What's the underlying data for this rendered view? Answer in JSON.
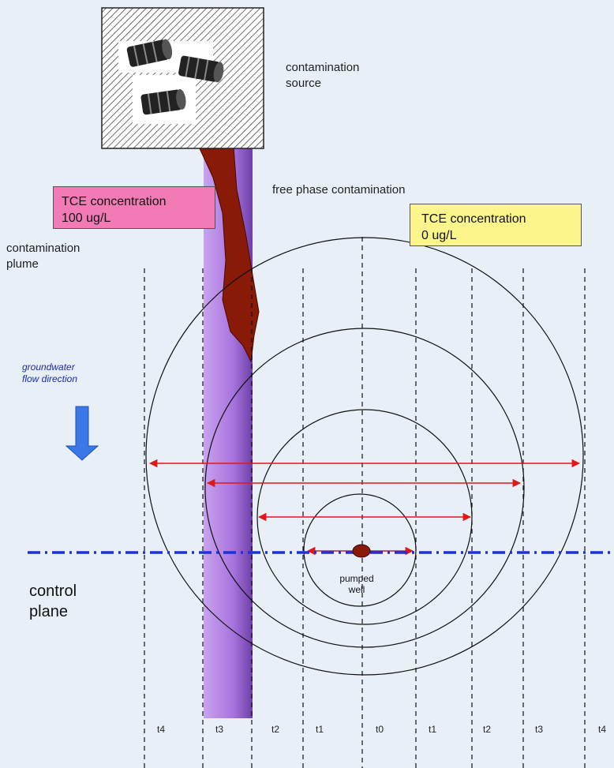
{
  "labels": {
    "contamination_source": "contamination\nsource",
    "free_phase": "free phase contamination",
    "plume": "contamination\nplume",
    "flow": "groundwater\nflow direction",
    "control_plane": "control\nplane",
    "pumped_well": "pumped\nwell"
  },
  "boxes": {
    "high": "TCE concentration\n100 ug/L",
    "low": "TCE concentration\n0 ug/L"
  },
  "time_labels": [
    "t4",
    "t3",
    "t2",
    "t1",
    "t0",
    "t1",
    "t2",
    "t3",
    "t4"
  ],
  "colors": {
    "background": "#e8eff7",
    "plume": "#b07ee0",
    "free_phase": "#8a1a08",
    "arrows": "#e01818",
    "control_plane": "#1d32d6",
    "flow_arrow": "#3a78e8",
    "high_box": "#f27bb6",
    "low_box": "#fbf58b"
  },
  "icons": {
    "source": "barrel-pile-icon",
    "flow": "down-arrow-icon"
  }
}
